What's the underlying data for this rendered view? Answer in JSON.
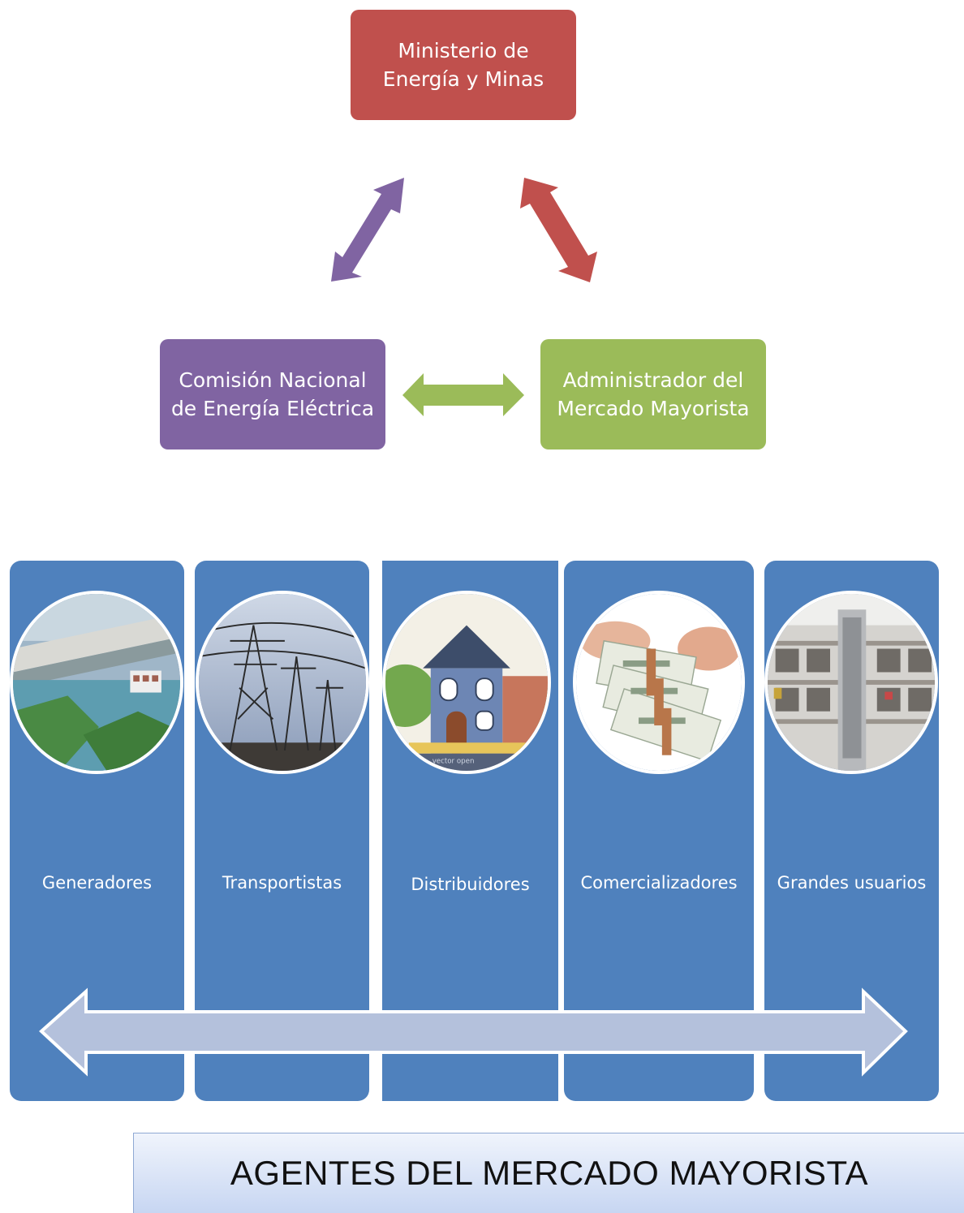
{
  "top_nodes": {
    "ministerio": {
      "line1": "Ministerio de",
      "line2": "Energía y Minas",
      "color": "#c0504d"
    },
    "cnee": {
      "line1": "Comisión Nacional",
      "line2": "de Energía Eléctrica",
      "color": "#8064a2"
    },
    "amm": {
      "line1": "Administrador del",
      "line2": "Mercado Mayorista",
      "color": "#9bbb59"
    }
  },
  "agents": [
    {
      "label": "Generadores",
      "icon": "hydroelectric-dam"
    },
    {
      "label": "Transportistas",
      "icon": "transmission-towers"
    },
    {
      "label": "Distribuidores",
      "icon": "house",
      "image_caption": "vector open"
    },
    {
      "label": "Comercializadores",
      "icon": "cash-money"
    },
    {
      "label": "Grandes usuarios",
      "icon": "shopping-mall"
    }
  ],
  "footer": {
    "title": "AGENTES DEL MERCADO MAYORISTA"
  },
  "colors": {
    "column": "#4f81bd",
    "flow_arrow": "#b4c1dc"
  }
}
